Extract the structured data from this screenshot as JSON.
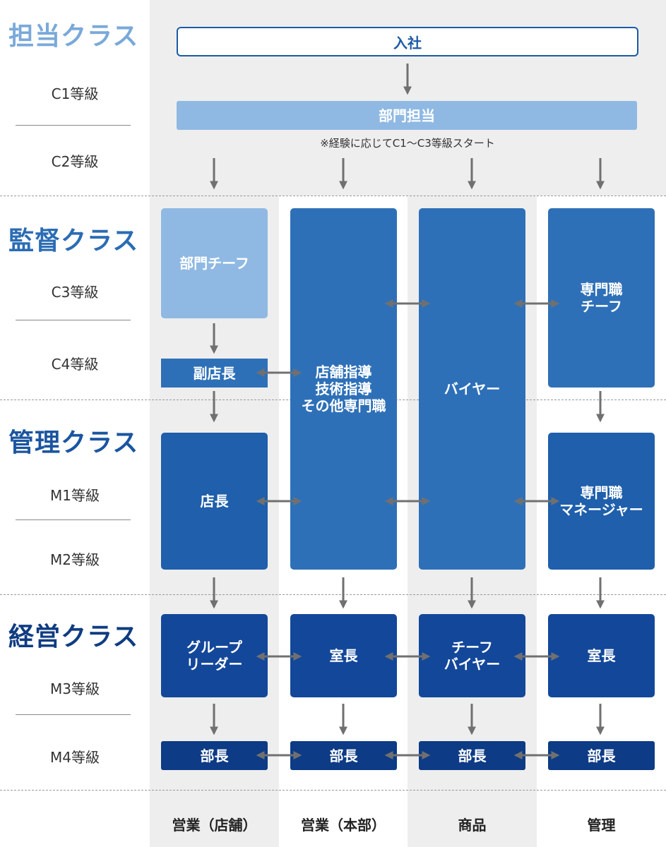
{
  "colors": {
    "class_1": "#7aa9d9",
    "class_2": "#2b6cb4",
    "class_3": "#1b55a0",
    "class_4": "#0f3c82",
    "arrow": "#707070",
    "column_bg": "#eeeeee"
  },
  "classes": {
    "tanto": {
      "strong": "担当",
      "suffix": "クラス"
    },
    "kantoku": {
      "strong": "監督",
      "suffix": "クラス"
    },
    "kanri": {
      "strong": "管理",
      "suffix": "クラス"
    },
    "keiei": {
      "strong": "経営",
      "suffix": "クラス"
    }
  },
  "grades": {
    "c1": "C1等級",
    "c2": "C2等級",
    "c3": "C3等級",
    "c4": "C4等級",
    "m1": "M1等級",
    "m2": "M2等級",
    "m3": "M3等級",
    "m4": "M4等級"
  },
  "top": {
    "entry": "入社",
    "dept_staff": "部門担当",
    "note": "※経験に応じてC1〜C3等級スタート"
  },
  "columns": {
    "sales_store": {
      "footer": "営業（店舗）",
      "chief": "部門チーフ",
      "vice_manager": "副店長",
      "store_manager": "店長",
      "group_leader": "グループ\nリーダー",
      "director": "部長"
    },
    "sales_hq": {
      "footer": "営業（本部）",
      "specialist": "店舗指導\n技術指導\nその他専門職",
      "section_head": "室長",
      "director": "部長"
    },
    "merchandise": {
      "footer": "商品",
      "buyer": "バイヤー",
      "chief_buyer": "チーフ\nバイヤー",
      "director": "部長"
    },
    "admin": {
      "footer": "管理",
      "specialist_chief": "専門職\nチーフ",
      "specialist_manager": "専門職\nマネージャー",
      "section_head": "室長",
      "director": "部長"
    }
  }
}
